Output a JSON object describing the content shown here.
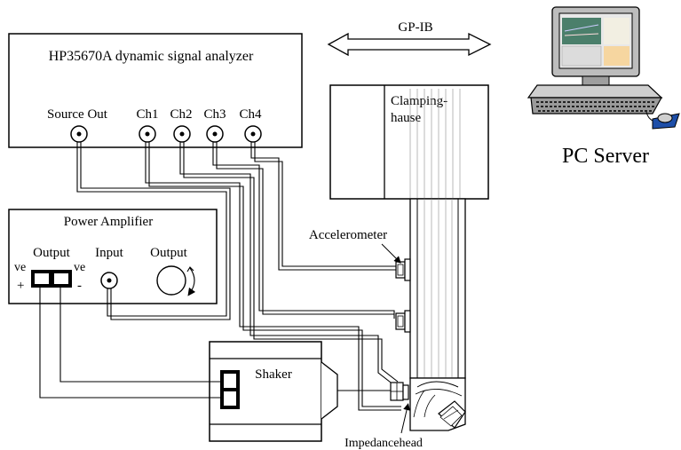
{
  "analyzer": {
    "title": "HP35670A dynamic signal analyzer",
    "source_out": "Source Out",
    "ch1": "Ch1",
    "ch2": "Ch2",
    "ch3": "Ch3",
    "ch4": "Ch4"
  },
  "bus": {
    "label": "GP-IB"
  },
  "pc": {
    "label": "PC Server"
  },
  "clamping": {
    "label_line1": "Clamping-",
    "label_line2": "hause"
  },
  "amplifier": {
    "title": "Power Amplifier",
    "output_left": "Output",
    "input": "Input",
    "output_right": "Output",
    "ve_left": "ve",
    "ve_right": "ve",
    "plus": "+",
    "minus": "-"
  },
  "accelerometer": {
    "label": "Accelerometer"
  },
  "shaker": {
    "label": "Shaker"
  },
  "impedance_head": {
    "label": "Impedancehead"
  }
}
